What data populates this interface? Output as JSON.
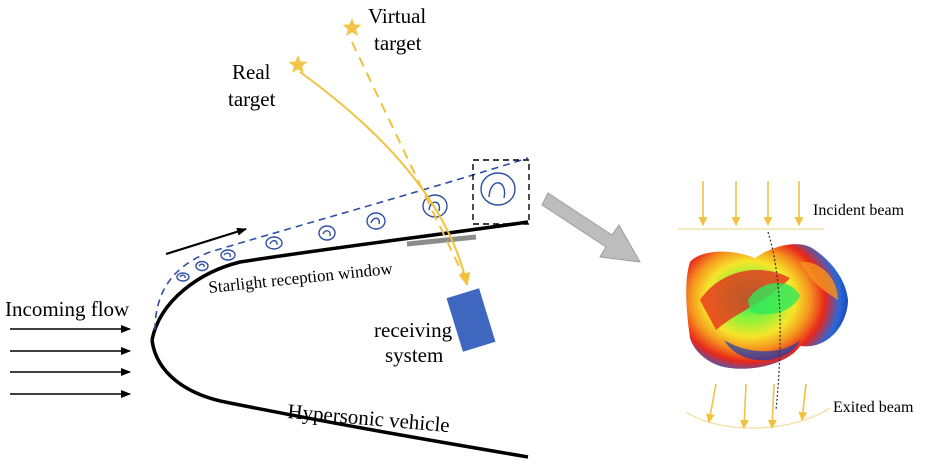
{
  "labels": {
    "virtual_target_line1": "Virtual",
    "virtual_target_line2": "target",
    "real_target_line1": "Real",
    "real_target_line2": "target",
    "incoming_flow": "Incoming flow",
    "window": "Starlight reception window",
    "receiving_line1": "receiving",
    "receiving_line2": "system",
    "vehicle": "Hypersonic  vehicle",
    "incident_beam": "Incident beam",
    "exited_beam": "Exited beam"
  },
  "colors": {
    "star": "#f2c64a",
    "ray": "#f0c23e",
    "boundary_layer": "#2e4fa5",
    "receiver": "#3f67c0",
    "body": "#000000",
    "window_plate": "#8c8c8c",
    "big_arrow": "#bdbdbd"
  }
}
